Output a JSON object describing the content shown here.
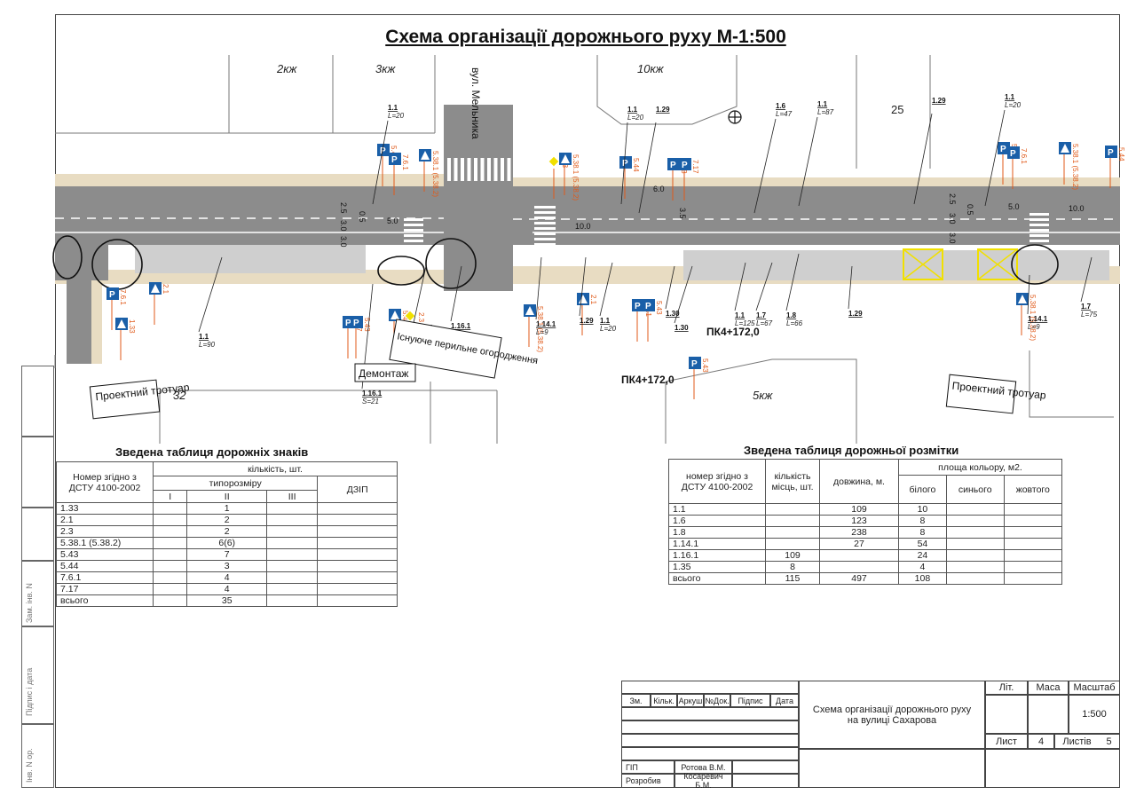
{
  "title": "Схема організації дорожнього руху М-1:500",
  "plan": {
    "street_name": "вул. Мельника",
    "blocks": [
      "2кж",
      "3кж",
      "10кж",
      "25",
      "32",
      "5кж"
    ],
    "picket": "ПК4+172,0",
    "callouts": {
      "proj_sidewalk": "Проектний тротуар",
      "existing_railing": "Існуюче перильне огородження",
      "dismantle": "Демонтаж"
    },
    "dims": [
      "2.5",
      "3.0",
      "3.0",
      "0.5",
      "5.0",
      "10.0",
      "6.0",
      "3.5",
      "2.5",
      "3.0",
      "3.0",
      "0.5",
      "5.0",
      "10.0"
    ],
    "marking_labels": [
      {
        "code": "1.1",
        "val": "L=20"
      },
      {
        "code": "1.1",
        "val": "L=20"
      },
      {
        "code": "1.29",
        "val": ""
      },
      {
        "code": "1.6",
        "val": "L=47"
      },
      {
        "code": "1.1",
        "val": "L=87"
      },
      {
        "code": "1.29",
        "val": ""
      },
      {
        "code": "1.1",
        "val": "L=20"
      },
      {
        "code": "1.1",
        "val": "L=90"
      },
      {
        "code": "1.14.1",
        "val": "L=9"
      },
      {
        "code": "1.16.1",
        "val": "S=7"
      },
      {
        "code": "1.16.1",
        "val": "S=21"
      },
      {
        "code": "1.14.1",
        "val": "L=9"
      },
      {
        "code": "1.29",
        "val": ""
      },
      {
        "code": "1.1",
        "val": "L=20"
      },
      {
        "code": "1.30",
        "val": ""
      },
      {
        "code": "1.30",
        "val": ""
      },
      {
        "code": "1.1",
        "val": "L=125"
      },
      {
        "code": "1.7",
        "val": "L=67"
      },
      {
        "code": "1.8",
        "val": "L=66"
      },
      {
        "code": "1.29",
        "val": ""
      },
      {
        "code": "1.14.1",
        "val": "L=9"
      },
      {
        "code": "1.7",
        "val": "L=75"
      }
    ],
    "sign_labels": [
      "5.43",
      "7.6.1",
      "5.38.1 (5.38.2)",
      "2.3",
      "5.38.1 (5.38.2)",
      "5.44",
      "5.43",
      "7.17",
      "5.43",
      "7.6.1",
      "5.38.1 (5.38.2)",
      "5.44",
      "2.1",
      "7.6.1",
      "1.33",
      "7.17",
      "5.43",
      "5.44",
      "2.3",
      "5.38.1 (5.38.2)",
      "2.1",
      "7.6.1",
      "5.43",
      "5.43",
      "5.38.1 (5.38.2)"
    ]
  },
  "signs_table": {
    "title": "Зведена таблиця дорожніх знаків",
    "h_number": "Номер згідно з ДСТУ 4100-2002",
    "h_qty": "кількість, шт.",
    "h_size": "типорозміру",
    "h_I": "I",
    "h_II": "II",
    "h_III": "III",
    "h_dzip": "ДЗІП",
    "rows": [
      {
        "n": "1.33",
        "ii": "1"
      },
      {
        "n": "2.1",
        "ii": "2"
      },
      {
        "n": "2.3",
        "ii": "2"
      },
      {
        "n": "5.38.1 (5.38.2)",
        "ii": "6(6)"
      },
      {
        "n": "5.43",
        "ii": "7"
      },
      {
        "n": "5.44",
        "ii": "3"
      },
      {
        "n": "7.6.1",
        "ii": "4"
      },
      {
        "n": "7.17",
        "ii": "4"
      }
    ],
    "total_label": "всього",
    "total_ii": "35"
  },
  "marking_table": {
    "title": "Зведена таблиця дорожньої розмітки",
    "h_number": "номер згідно з ДСТУ 4100-2002",
    "h_places": "кількість місць, шт.",
    "h_length": "довжина, м.",
    "h_area": "площа кольору, м2.",
    "h_white": "білого",
    "h_blue": "синього",
    "h_yellow": "жовтого",
    "rows": [
      {
        "n": "1.1",
        "places": "",
        "len": "109",
        "white": "10"
      },
      {
        "n": "1.6",
        "places": "",
        "len": "123",
        "white": "8"
      },
      {
        "n": "1.8",
        "places": "",
        "len": "238",
        "white": "8"
      },
      {
        "n": "1.14.1",
        "places": "",
        "len": "27",
        "white": "54"
      },
      {
        "n": "1.16.1",
        "places": "109",
        "len": "",
        "white": "24"
      },
      {
        "n": "1.35",
        "places": "8",
        "len": "",
        "white": "4"
      }
    ],
    "total_label": "всього",
    "total_places": "115",
    "total_len": "497",
    "total_white": "108"
  },
  "stamp": {
    "h_zm": "Зм.",
    "h_kilk": "Кільк.",
    "h_arkush": "Аркуш",
    "h_ndok": "№Док.",
    "h_pidpys": "Підпис",
    "h_data": "Дата",
    "gip_role": "ГІП",
    "gip_name": "Ротова В.М.",
    "dev_role": "Розробив",
    "dev_name": "Косаревич Б.М.",
    "project": "Схема організації дорожнього руху на вулиці Сахарова",
    "h_lit": "Літ.",
    "h_masa": "Маса",
    "h_mashtab": "Масштаб",
    "scale": "1:500",
    "h_lyst": "Лист",
    "sheet_no": "4",
    "h_lystiv": "Листів",
    "sheets_total": "5"
  },
  "side_strip": {
    "zam_inv": "Зам. інв. N",
    "pidpys_data": "Підпис і дата",
    "inv_orig": "Інв. N ор."
  },
  "colors": {
    "asphalt": "#8c8c8c",
    "sidewalk": "#e8dcc2",
    "parking": "#cfcfcf",
    "sign_blue": "#1a5fa8",
    "marker_red": "#e05a1a",
    "yellow_box": "#f1e000"
  }
}
